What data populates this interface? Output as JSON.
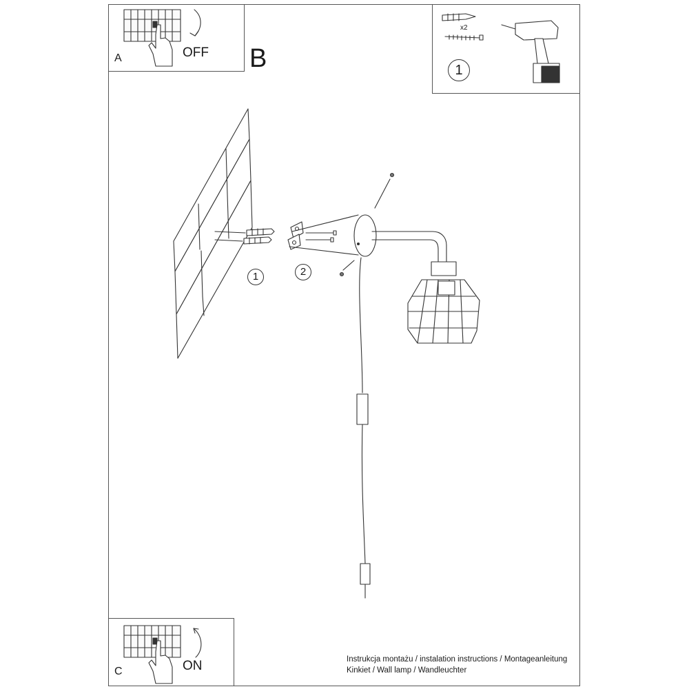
{
  "steps": {
    "a": {
      "letter": "A",
      "switch_text": "OFF"
    },
    "b": {
      "letter": "B"
    },
    "c": {
      "letter": "C",
      "switch_text": "ON"
    }
  },
  "tools": {
    "quantity": "x2",
    "callout": "1"
  },
  "callouts": {
    "dowels": "1",
    "bracket": "2"
  },
  "captions": {
    "line1": "Instrukcja montażu / instalation instructions / Montageanleitung",
    "line2": "Kinkiet / Wall lamp / Wandleuchter"
  }
}
